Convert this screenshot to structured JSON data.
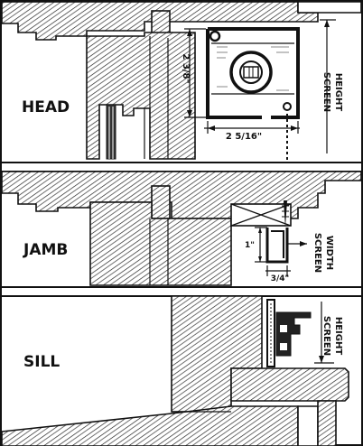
{
  "sections": {
    "head": {
      "label": "HEAD",
      "dim_height": "2 3/8\"",
      "dim_width": "2 5/16\"",
      "screen_label_1": "SCREEN",
      "screen_label_2": "HEIGHT"
    },
    "jamb": {
      "label": "JAMB",
      "dim_height": "1\"",
      "dim_width": "3/4\"",
      "screen_label_1": "SCREEN",
      "screen_label_2": "WIDTH"
    },
    "sill": {
      "label": "SILL",
      "screen_label_1": "SCREEN",
      "screen_label_2": "HEIGHT"
    }
  }
}
